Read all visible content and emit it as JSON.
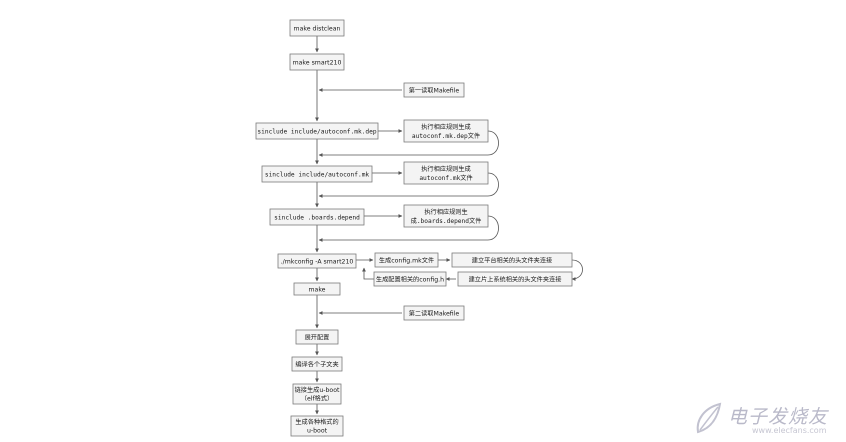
{
  "flow": {
    "main": [
      "make distclean",
      "make smart210",
      "sinclude include/autoconf.mk.dep",
      "sinclude include/autoconf.mk",
      "sinclude .boards.depend",
      "./mkconfig -A smart210",
      "make",
      "展开配置",
      "编译各个子文夹",
      [
        "链接生成u-boot",
        "（elf格式）"
      ],
      [
        "生成各种格式的",
        "u-boot"
      ]
    ],
    "side": {
      "read_first": "第一读取Makefile",
      "rule_dep": [
        "执行相应规则生成",
        "autoconf.mk.dep文件"
      ],
      "rule_mk": [
        "执行相应规则生成",
        "autoconf.mk文件"
      ],
      "rule_boards": [
        "执行相应规则生",
        "成.boards.depend文件"
      ],
      "gen_config_mk": "生成config.mk文件",
      "link_platform": "建立平台相关的头文件夹连接",
      "link_soc": "建立片上系统相关的头文件夹连接",
      "gen_config_h": "生成配置相关的config.h",
      "read_second": "第二读取Makefile"
    }
  },
  "watermark": {
    "title": "电子发烧友",
    "url": "www.elecfans.com"
  }
}
